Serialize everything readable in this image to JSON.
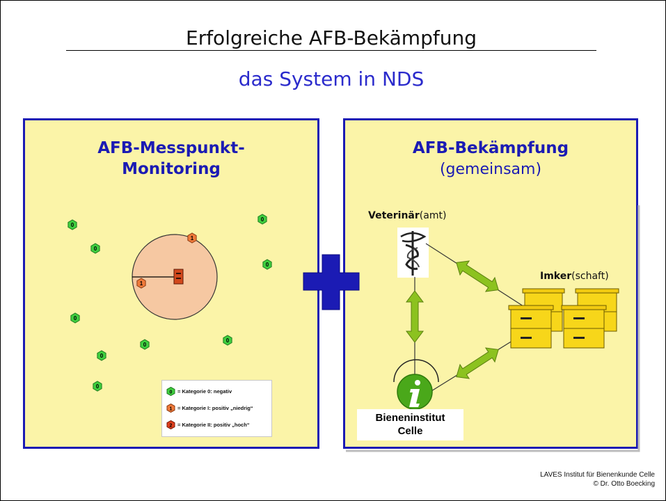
{
  "slide": {
    "title": "Erfolgreiche AFB-Bekämpfung",
    "subtitle": "das System in NDS"
  },
  "left_panel": {
    "title_line1": "AFB-Messpunkt-",
    "title_line2": "Monitoring",
    "markers": [
      {
        "category": "0",
        "color": "#3fcf3f"
      },
      {
        "category": "0",
        "color": "#3fcf3f"
      },
      {
        "category": "0",
        "color": "#3fcf3f"
      },
      {
        "category": "0",
        "color": "#3fcf3f"
      },
      {
        "category": "0",
        "color": "#3fcf3f"
      },
      {
        "category": "0",
        "color": "#3fcf3f"
      },
      {
        "category": "0",
        "color": "#3fcf3f"
      },
      {
        "category": "0",
        "color": "#3fcf3f"
      },
      {
        "category": "0",
        "color": "#3fcf3f"
      },
      {
        "category": "1",
        "color": "#f07a3a"
      },
      {
        "category": "1",
        "color": "#f07a3a"
      }
    ],
    "legend": [
      {
        "badge": "0",
        "text": "= Kategorie 0:  negativ",
        "color": "#3fcf3f"
      },
      {
        "badge": "1",
        "text": "= Kategorie I:  positiv „niedrig“",
        "color": "#f07a3a"
      },
      {
        "badge": "2",
        "text": "= Kategorie II:  positiv „hoch“",
        "color": "#e0401e"
      }
    ]
  },
  "right_panel": {
    "title": "AFB-Bekämpfung",
    "subtitle": "(gemeinsam)",
    "vet_bold": "Veterinär",
    "vet_rest": "(amt)",
    "imker_bold": "Imker",
    "imker_rest": "(schaft)",
    "institute_line1": "Bieneninstitut",
    "institute_line2": "Celle"
  },
  "footer": {
    "line1": "LAVES Institut für Bienenkunde Celle",
    "line2": "© Dr. Otto Boecking"
  },
  "colors": {
    "panel_bg": "#fbf4a8",
    "panel_border": "#1b1bb4",
    "plus": "#1b1bb4",
    "arrows": "#8cc21f",
    "hive": "#f7d61a",
    "circle": "#f6c8a2"
  }
}
